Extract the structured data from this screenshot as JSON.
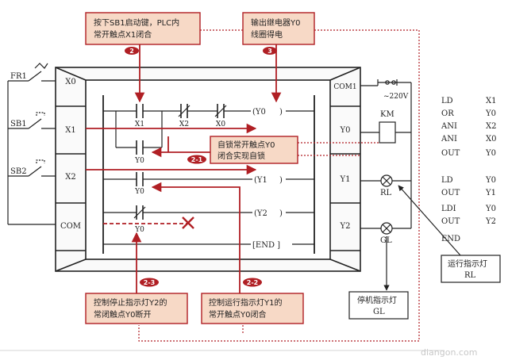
{
  "terminals": {
    "left": [
      "X0",
      "X1",
      "X2",
      "COM"
    ],
    "right": [
      "COM1",
      "Y0",
      "Y1",
      "Y2"
    ]
  },
  "inputs": {
    "fr1": "FR1",
    "sb1": "SB1",
    "sb2": "SB2"
  },
  "outputs": {
    "voltage": "~220V",
    "km": "KM",
    "rl": "RL",
    "gl": "GL"
  },
  "ladder": {
    "r1_x1": "X1",
    "r1_x2": "X2",
    "r1_x0": "X0",
    "r1_y0": "Y0",
    "coil_y0": "(Y0",
    "coil_y1": "(Y1",
    "coil_y2": "(Y2",
    "paren_close": ")",
    "r2_y0": "Y0",
    "r3_y0": "Y0",
    "end_label": "[END   ]"
  },
  "callouts": {
    "box1": {
      "line1": "按下SB1启动键，PLC内",
      "line2": "常开触点X1闭合"
    },
    "box2": {
      "line1": "输出继电器Y0",
      "line2": "线圈得电"
    },
    "selflock": {
      "line1": "自锁常开触点Y0",
      "line2": "闭合实现自锁"
    },
    "box23": {
      "line1": "控制停止指示灯Y2的",
      "line2": "常闭触点Y0断开"
    },
    "box22": {
      "line1": "控制运行指示灯Y1的",
      "line2": "常开触点Y0闭合"
    },
    "gl": {
      "line1": "停机指示灯",
      "line2": "GL"
    },
    "rl": {
      "line1": "运行指示灯",
      "line2": "RL"
    }
  },
  "badges": {
    "b1": "2",
    "b2": "3",
    "b21": "2-1",
    "b23": "2-3",
    "b22": "2-2"
  },
  "instructions": [
    {
      "op": "LD",
      "arg": "X1"
    },
    {
      "op": "OR",
      "arg": "Y0"
    },
    {
      "op": "ANI",
      "arg": "X2"
    },
    {
      "op": "ANI",
      "arg": "X0"
    },
    {
      "op": "OUT",
      "arg": "Y0"
    },
    {
      "op": "LD",
      "arg": "Y0"
    },
    {
      "op": "OUT",
      "arg": "Y1"
    },
    {
      "op": "LDI",
      "arg": "Y0"
    },
    {
      "op": "OUT",
      "arg": "Y2"
    },
    {
      "op": "END",
      "arg": ""
    }
  ],
  "footer": {
    "watermark": "diangon.com"
  }
}
